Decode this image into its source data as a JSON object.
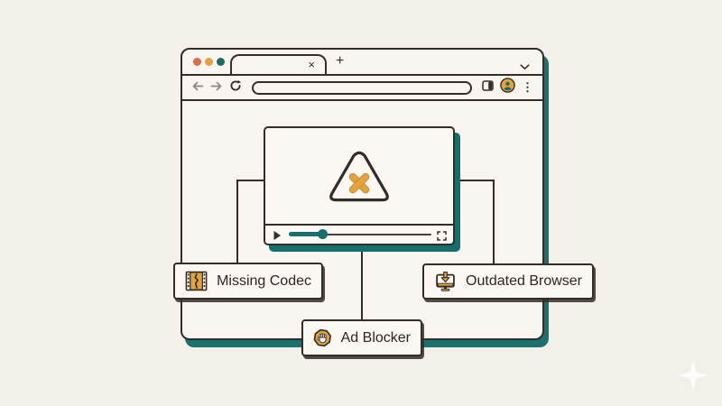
{
  "colors": {
    "background": "#f3efe9",
    "outline": "#332d26",
    "teal_accent": "#1a7170",
    "yellow_accent": "#e2a23d",
    "red_orange_accent": "#dd6b4d"
  },
  "browser": {
    "window_dot_colors": [
      "#dd6b4d",
      "#e2a23d",
      "#1e6a64"
    ],
    "tab_close_glyph": "×",
    "new_tab_glyph": "+",
    "menu_glyph": "⋮",
    "address_bar": {
      "value": ""
    }
  },
  "player": {
    "progress_percent": 21,
    "status_icon": "warning-triangle-with-x"
  },
  "callouts": [
    {
      "id": "missing-codec",
      "text": "Missing Codec",
      "icon": "broken-film-icon"
    },
    {
      "id": "outdated-browser",
      "text": "Outdated Browser",
      "icon": "monitor-download-icon"
    },
    {
      "id": "ad-blocker",
      "text": "Ad Blocker",
      "icon": "stop-hand-icon"
    }
  ]
}
